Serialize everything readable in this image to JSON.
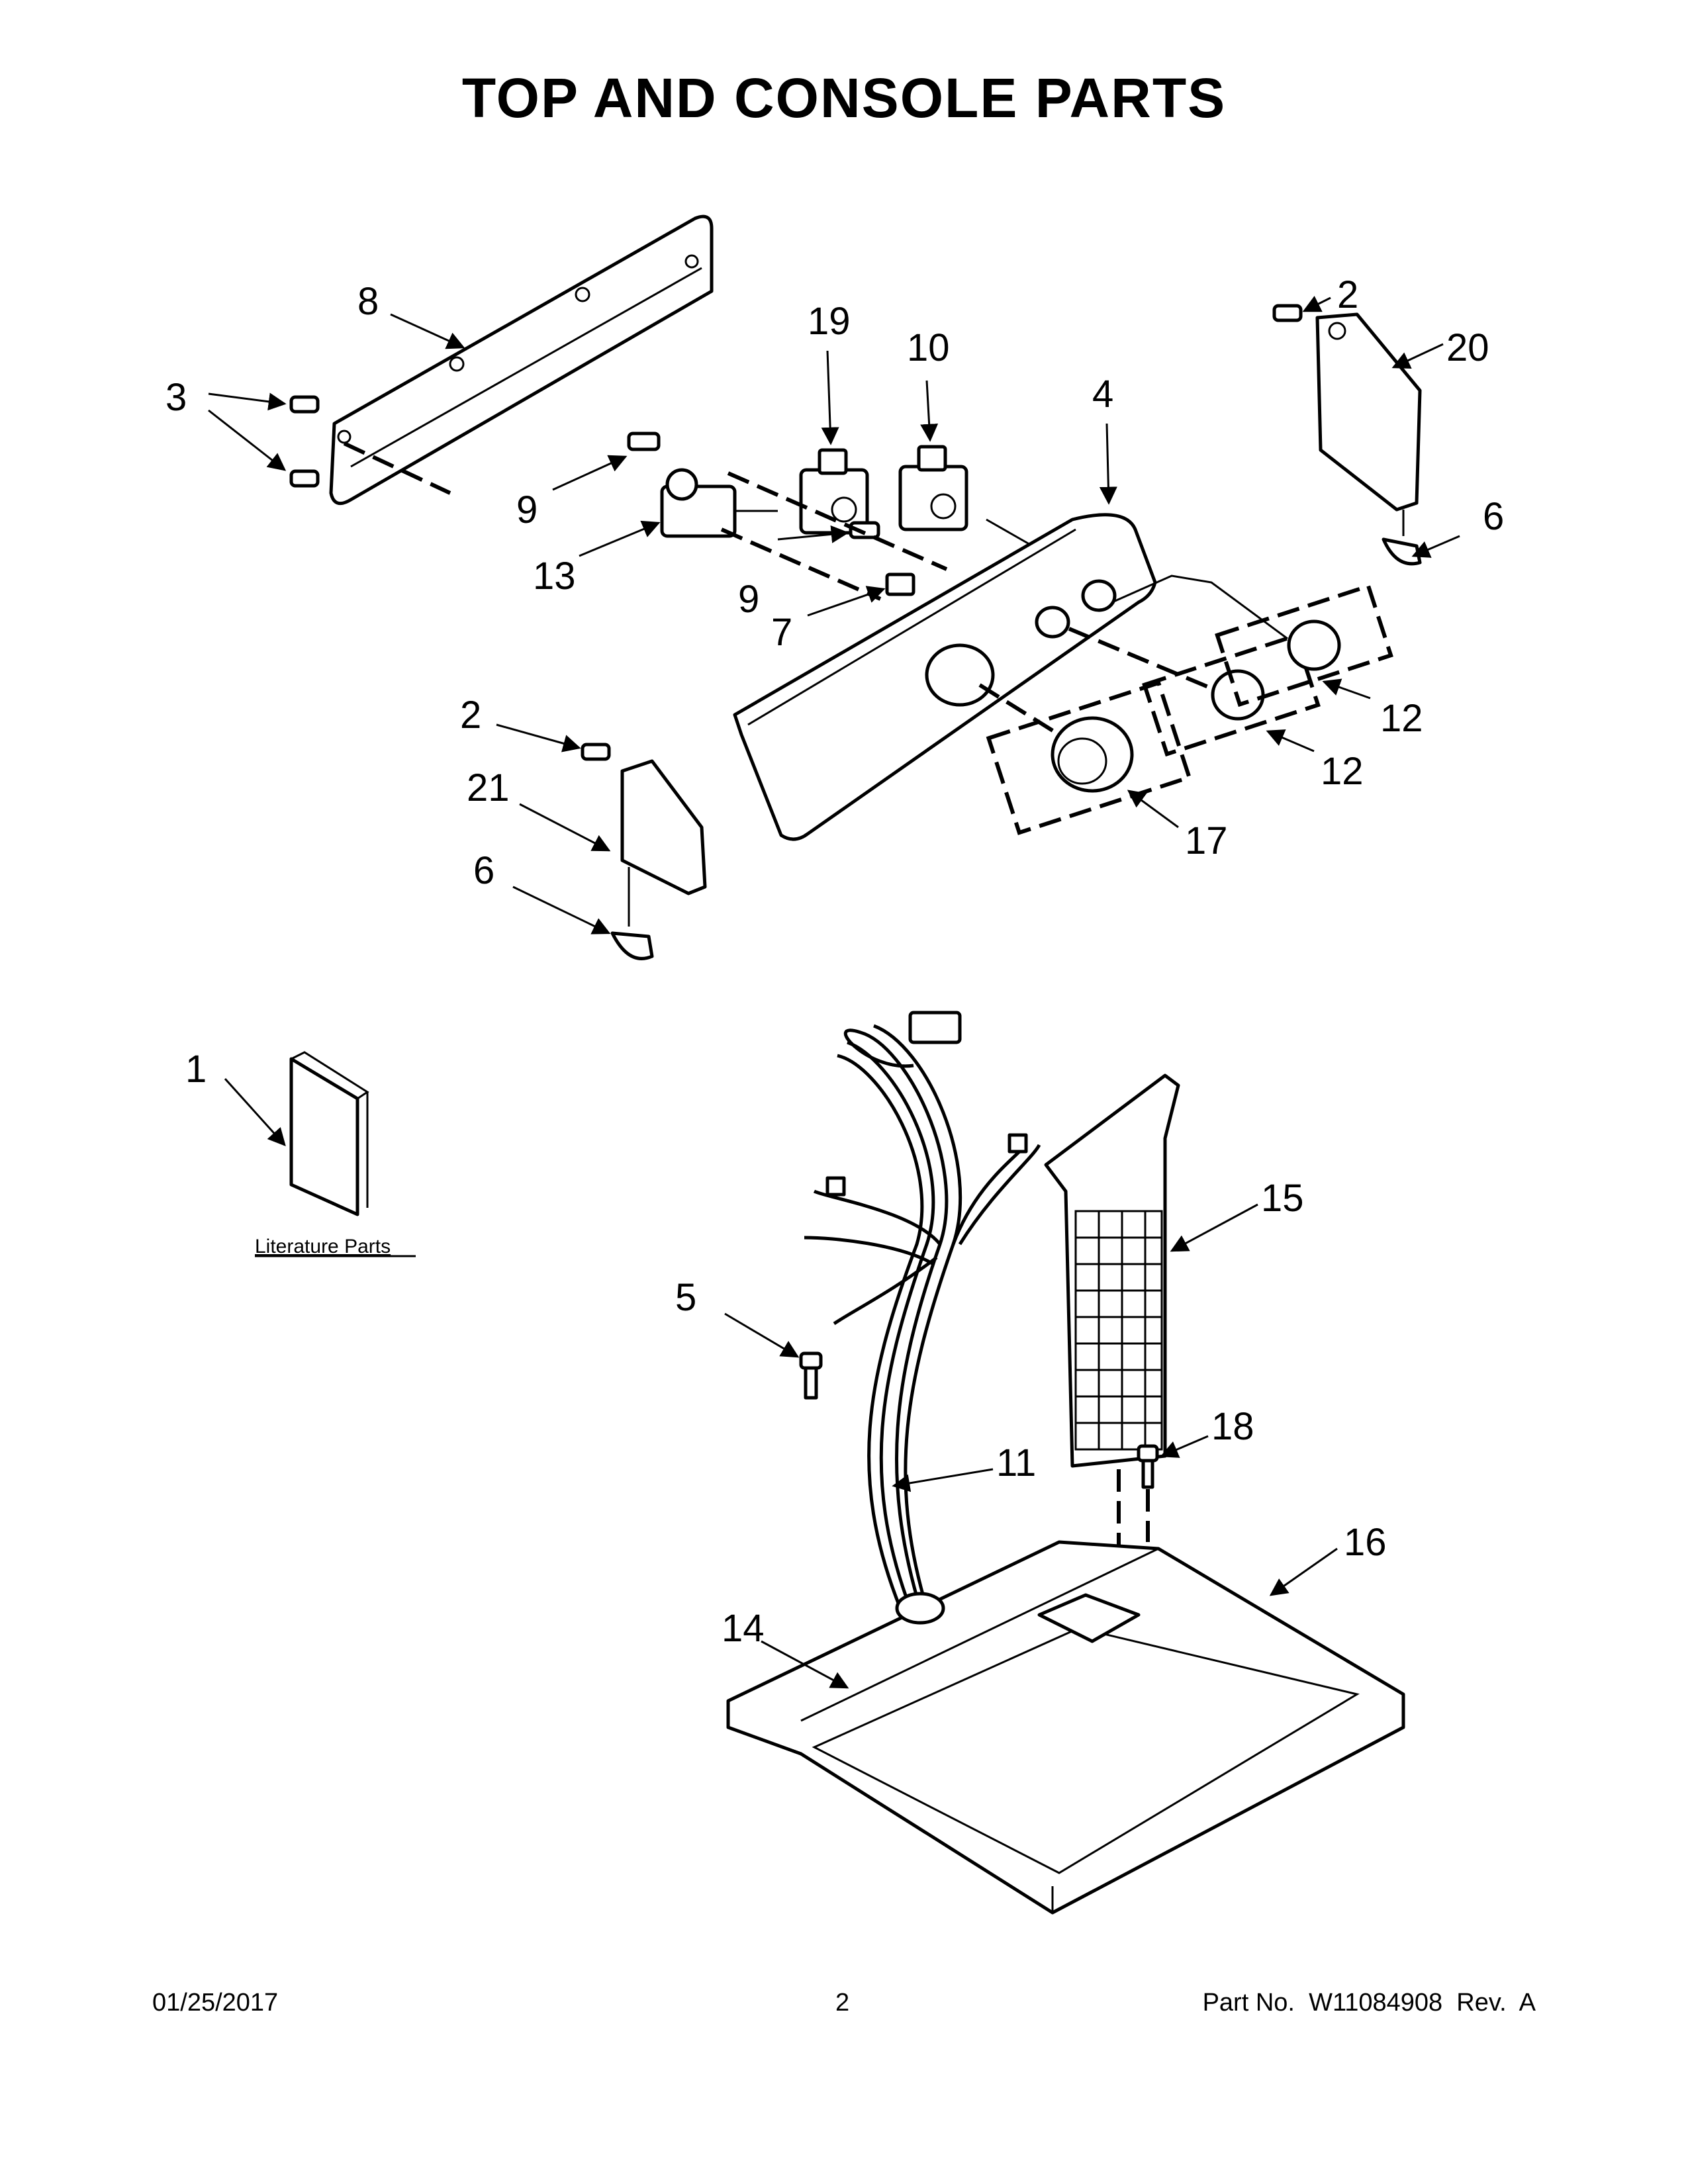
{
  "title": "TOP AND CONSOLE PARTS",
  "callouts": {
    "c1": "1",
    "c2a": "2",
    "c2b": "2",
    "c3": "3",
    "c4": "4",
    "c5": "5",
    "c6a": "6",
    "c6b": "6",
    "c7": "7",
    "c8": "8",
    "c9a": "9",
    "c9b": "9",
    "c10": "10",
    "c11": "11",
    "c12a": "12",
    "c12b": "12",
    "c13": "13",
    "c14": "14",
    "c15": "15",
    "c16": "16",
    "c17": "17",
    "c18": "18",
    "c19": "19",
    "c20": "20",
    "c21": "21"
  },
  "literature_label": "Literature Parts",
  "footer": {
    "date": "01/25/2017",
    "page": "2",
    "part_no": "Part No.  W11084908  Rev.  A"
  }
}
